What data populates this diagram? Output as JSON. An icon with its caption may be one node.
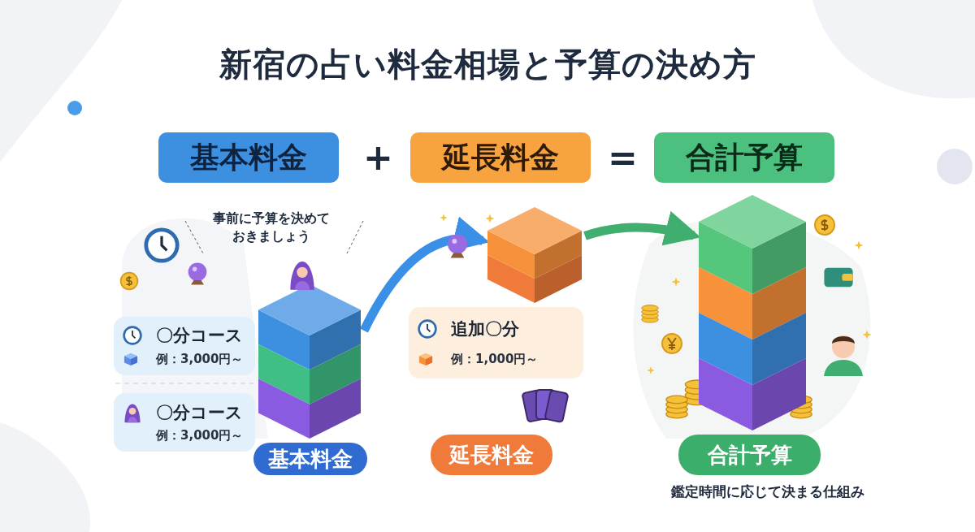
{
  "diagram": {
    "title": "新宿の占い料金相場と予算の決め方",
    "caption": "鑑定時間に応じて決まる仕組み",
    "nodes": [
      {
        "text": [
          "基本料金"
        ]
      },
      {
        "text": [
          "延長料金"
        ]
      },
      {
        "text": [
          "合計予算"
        ]
      },
      {
        "text": [
          "〇分コース",
          "例：3,000円～"
        ]
      },
      {
        "text": [
          "〇分コース",
          "例：3,000円～"
        ]
      },
      {
        "text": [],
        "shape": "picture"
      },
      {
        "text": [
          "基本料金"
        ]
      },
      {
        "text": [
          "追加〇分",
          "例：1,000円～"
        ]
      },
      {
        "text": [],
        "shape": "picture"
      },
      {
        "text": [
          "延長料金"
        ]
      },
      {
        "text": [],
        "shape": "picture"
      },
      {
        "text": [
          "合計予算"
        ]
      }
    ],
    "edges": [
      {
        "from": 5,
        "to": 8,
        "arrow": "to",
        "color": "#3a8fe6"
      },
      {
        "from": 8,
        "to": 10,
        "arrow": "to",
        "color": "#3fae6e"
      }
    ],
    "labels": [
      "+",
      "=",
      "事前に予算を決めておきましょう"
    ]
  }
}
